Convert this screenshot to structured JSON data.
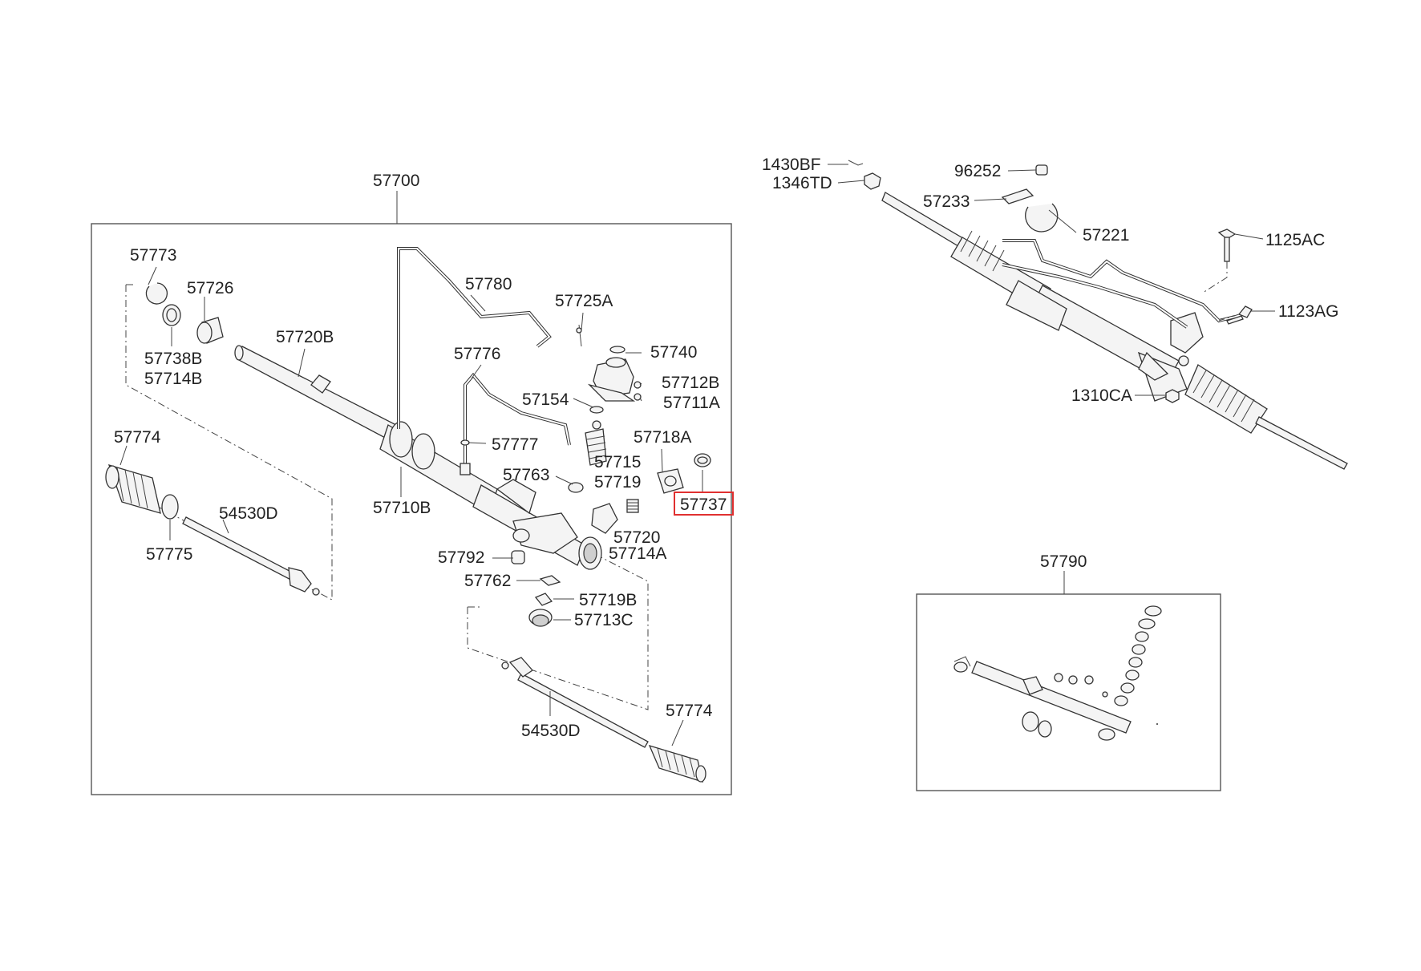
{
  "labels": {
    "p57700": "57700",
    "p57773": "57773",
    "p57726": "57726",
    "p57738B": "57738B",
    "p57714B": "57714B",
    "p57720B": "57720B",
    "p57780": "57780",
    "p57725A": "57725A",
    "p57740": "57740",
    "p57776": "57776",
    "p57712B": "57712B",
    "p57154": "57154",
    "p57711A": "57711A",
    "p57777": "57777",
    "p57774a": "57774",
    "p57718A": "57718A",
    "p57715": "57715",
    "p57763": "57763",
    "p57719": "57719",
    "p57737": "57737",
    "p54530Da": "54530D",
    "p57710B": "57710B",
    "p57720": "57720",
    "p57775": "57775",
    "p57792": "57792",
    "p57714A": "57714A",
    "p57762": "57762",
    "p57719B": "57719B",
    "p57713C": "57713C",
    "p54530Db": "54530D",
    "p57774b": "57774",
    "p1430BF": "1430BF",
    "p1346TD": "1346TD",
    "p96252": "96252",
    "p57233": "57233",
    "p57221": "57221",
    "p1125AC": "1125AC",
    "p1123AG": "1123AG",
    "p1310CA": "1310CA",
    "p57790": "57790"
  },
  "highlighted_part": "57737",
  "colors": {
    "highlight": "#e03030",
    "line": "#333333",
    "background": "#ffffff"
  }
}
